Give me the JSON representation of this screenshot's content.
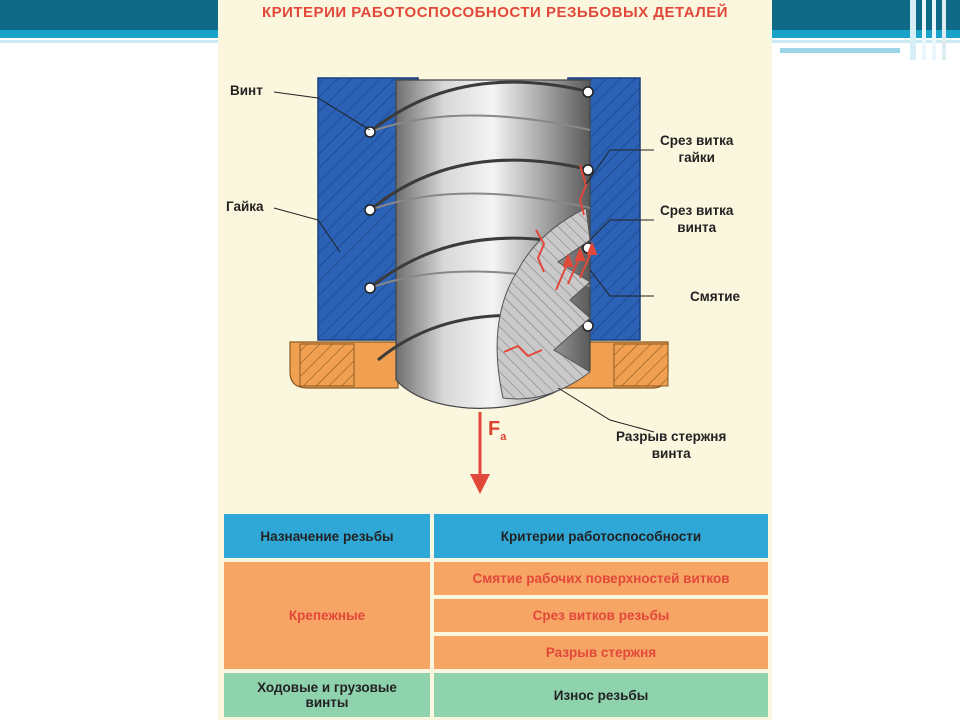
{
  "title": "КРИТЕРИИ РАБОТОСПОСОБНОСТИ РЕЗЬБОВЫХ ДЕТАЛЕЙ",
  "labels": {
    "vint": "Винт",
    "gaika": "Гайка",
    "srez_gaiki": [
      "Срез витка",
      "гайки"
    ],
    "srez_vinta": [
      "Срез витка",
      "винта"
    ],
    "smyatie": "Смятие",
    "razryv": [
      "Разрыв стержня",
      "винта"
    ],
    "force_main": "F",
    "force_sub": "a"
  },
  "table": {
    "header": [
      "Назначение резьбы",
      "Критерии работоспособности"
    ],
    "rows": [
      {
        "purpose": "Крепежные",
        "criteria": [
          "Смятие рабочих поверхностей витков",
          "Срез витков резьбы",
          "Разрыв стержня"
        ]
      },
      {
        "purpose": [
          "Ходовые и грузовые",
          "винты"
        ],
        "criteria": [
          "Износ резьбы"
        ]
      }
    ]
  },
  "colors": {
    "title": "#e2483a",
    "nut": "#2b62b5",
    "washer": "#f0a050",
    "force_arrow": "#e2483a",
    "header_bg": "#2fa8d8",
    "fastener_bg": "#f6a565",
    "lead_screw_bg": "#8fd3ae"
  }
}
